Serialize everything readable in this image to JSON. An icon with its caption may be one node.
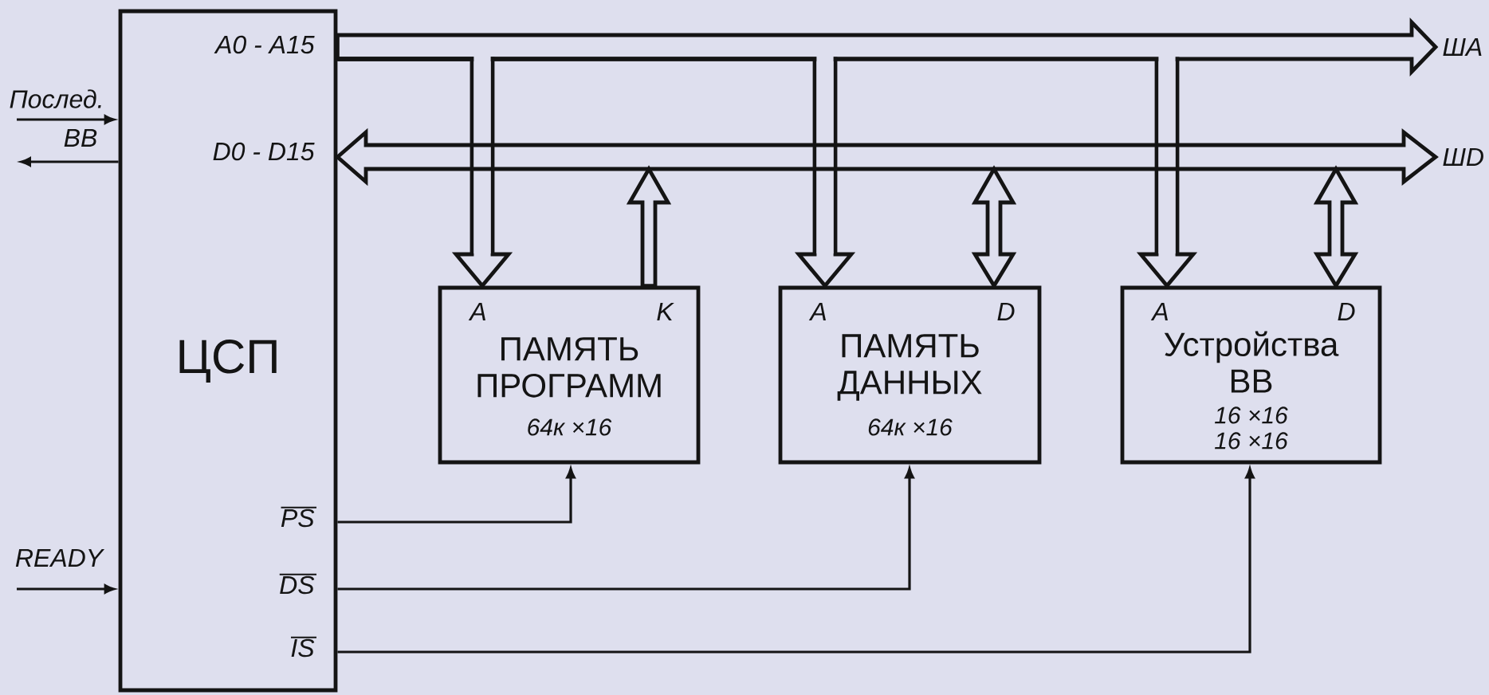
{
  "diagram": {
    "nodes": [
      {
        "text": [
          "ЦСП",
          "A0 - A15",
          "D0 - D15",
          "PS",
          "DS",
          "IS"
        ]
      },
      {
        "text": [
          "A",
          "K",
          "ПАМЯТЬ ПРОГРАММ",
          "64к ×16"
        ]
      },
      {
        "text": [
          "A",
          "D",
          "ПАМЯТЬ ДАННЫХ",
          "64к ×16"
        ]
      },
      {
        "text": [
          "A",
          "D",
          "Устройства ВВ",
          "16 ×16",
          "16 ×16"
        ]
      },
      {
        "text": [
          "ША"
        ]
      },
      {
        "text": [
          "ШD"
        ]
      }
    ],
    "edges": [
      {
        "from": 0,
        "to": 4,
        "arrow": "to"
      },
      {
        "from": 0,
        "to": 1,
        "arrow": "to"
      },
      {
        "from": 0,
        "to": 2,
        "arrow": "to"
      },
      {
        "from": 0,
        "to": 3,
        "arrow": "to"
      },
      {
        "from": 0,
        "to": 5,
        "arrow": "both"
      },
      {
        "from": 1,
        "to": null,
        "arrow": "to"
      },
      {
        "from": 2,
        "to": null,
        "arrow": "both"
      },
      {
        "from": 3,
        "to": null,
        "arrow": "both"
      },
      {
        "from": 0,
        "to": 1,
        "arrow": "to"
      },
      {
        "from": 0,
        "to": 2,
        "arrow": "to"
      },
      {
        "from": 0,
        "to": 3,
        "arrow": "to"
      },
      {
        "from": null,
        "to": 0,
        "arrow": "to",
        "label": "Послед."
      },
      {
        "from": 0,
        "to": null,
        "arrow": "to",
        "label": "ВВ"
      },
      {
        "from": null,
        "to": 0,
        "arrow": "to",
        "label": "READY"
      }
    ]
  }
}
